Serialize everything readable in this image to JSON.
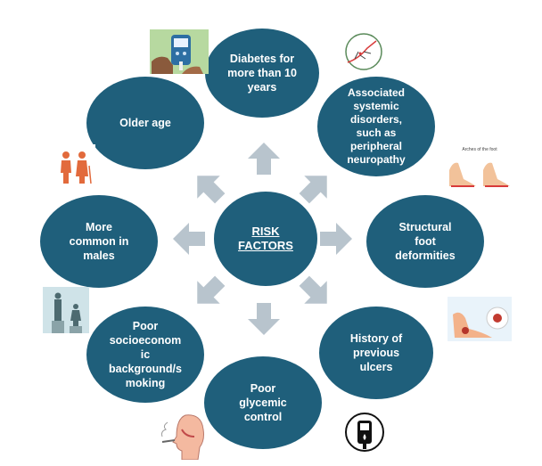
{
  "center": {
    "label": "RISK\nFACTORS"
  },
  "factors": [
    {
      "id": "diabetes",
      "label": "Diabetes for\nmore than 10\nyears"
    },
    {
      "id": "systemic",
      "label": "Associated\nsystemic\ndisorders,\nsuch as\nperipheral\nneuropathy"
    },
    {
      "id": "structural",
      "label": "Structural\nfoot\ndeformities"
    },
    {
      "id": "ulcers",
      "label": "History of\nprevious\nulcers"
    },
    {
      "id": "glycemic",
      "label": "Poor\nglycemic\ncontrol"
    },
    {
      "id": "socio",
      "label": "Poor\nsocioeconom\nic\nbackground/s\nmoking"
    },
    {
      "id": "males",
      "label": "More\ncommon in\nmales"
    },
    {
      "id": "older",
      "label": "Older age"
    }
  ],
  "images": {
    "arches_caption": "Arches of the foot"
  },
  "colors": {
    "circle": "#1f5f7b",
    "arrow": "#b8c4cd",
    "text": "#ffffff"
  }
}
